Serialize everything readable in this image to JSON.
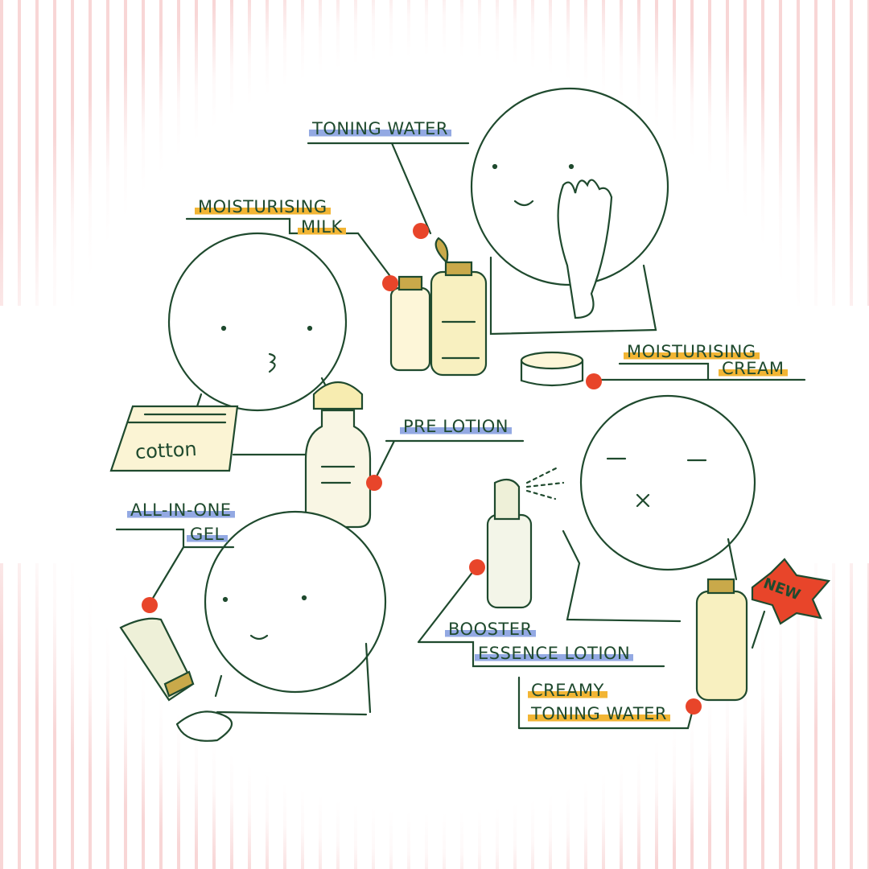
{
  "labels": {
    "toning_water": "TONING WATER",
    "moisturising_milk_1": "MOISTURISING",
    "moisturising_milk_2": "MILK",
    "moisturising_cream_1": "MOISTURISING",
    "moisturising_cream_2": "CREAM",
    "pre_lotion": "PRE LOTION",
    "all_in_one_1": "ALL-IN-ONE",
    "all_in_one_2": "GEL",
    "booster_1": "BOOSTER",
    "booster_2": "ESSENCE LOTION",
    "creamy_1": "CREAMY",
    "creamy_2": "TONING WATER"
  },
  "cotton_pack": "cotton",
  "new_badge": "NEW",
  "colors": {
    "line": "#1f4a2e",
    "orange": "#f2b534",
    "blue": "#93a9e3",
    "dot": "#e8452a",
    "stripe": "#f8d6d6"
  }
}
